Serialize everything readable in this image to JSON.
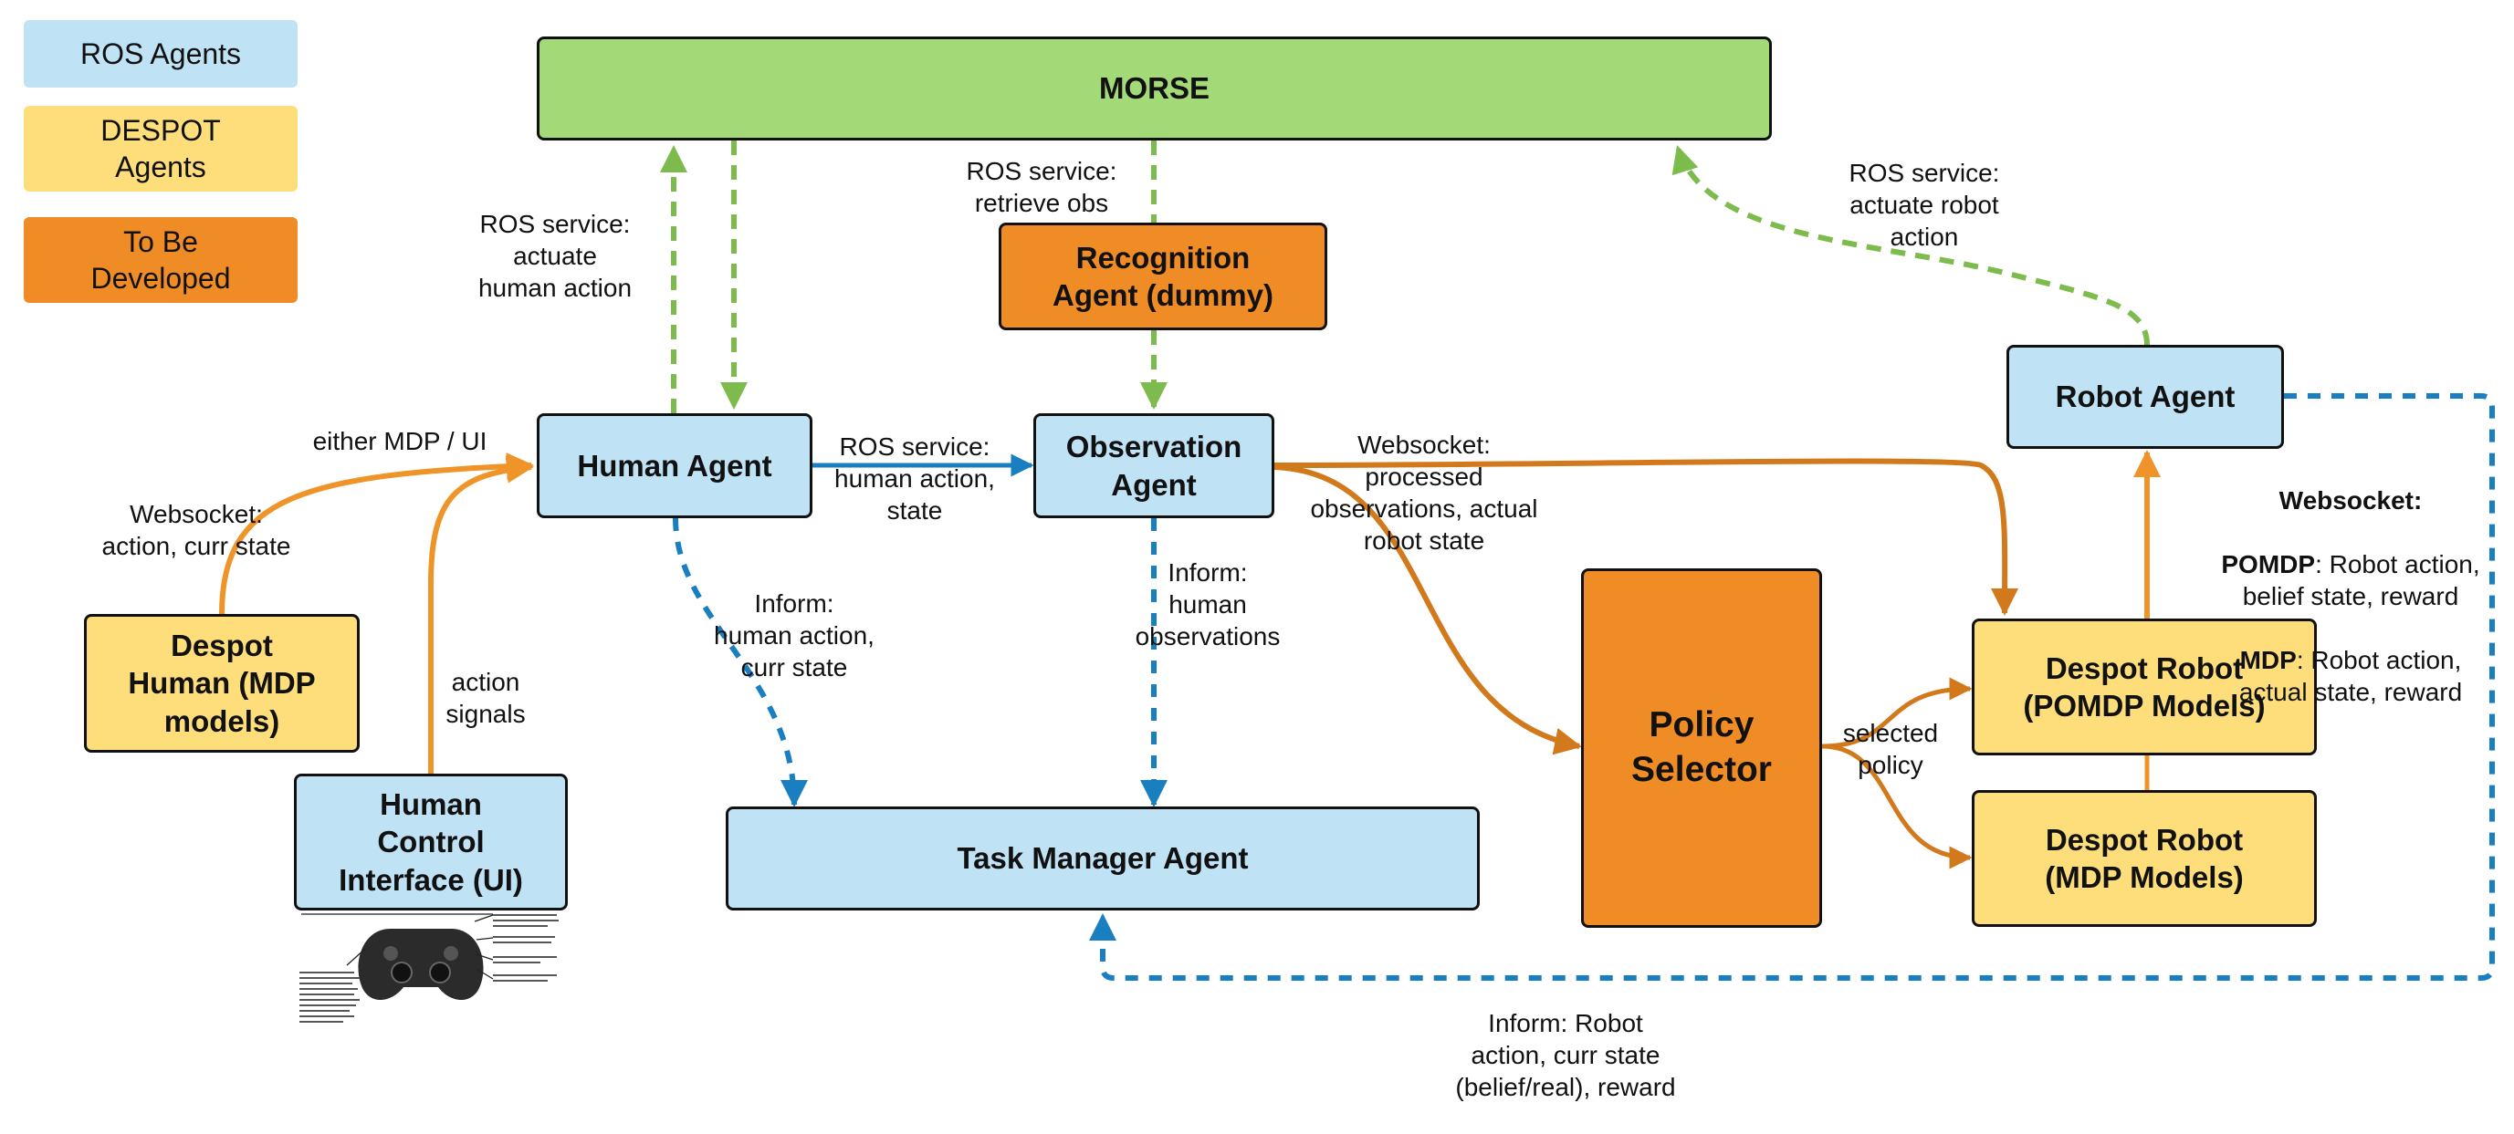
{
  "colors": {
    "ros": "#c0e2f5",
    "despot": "#fede7a",
    "tbd": "#ef8c25",
    "morse": "#a3d977",
    "arrow_orange": "#ef9429",
    "arrow_dark_orange": "#d2791c",
    "arrow_blue": "#1a7fc0",
    "arrow_green": "#7cbb4c"
  },
  "legend": [
    {
      "label": "ROS Agents",
      "color": "ros"
    },
    {
      "label": "DESPOT\nAgents",
      "color": "despot"
    },
    {
      "label": "To Be\nDeveloped",
      "color": "tbd"
    }
  ],
  "nodes": {
    "morse": "MORSE",
    "recognition": "Recognition\nAgent (dummy)",
    "human_agent": "Human Agent",
    "observation_agent": "Observation\nAgent",
    "robot_agent": "Robot Agent",
    "despot_human": "Despot\nHuman (MDP\nmodels)",
    "human_control": "Human\nControl\nInterface (UI)",
    "task_manager": "Task Manager Agent",
    "policy_selector": "Policy\nSelector",
    "despot_robot_pomdp": "Despot Robot\n(POMDP Models)",
    "despot_robot_mdp": "Despot Robot\n(MDP Models)"
  },
  "labels": {
    "ros_actuate_human": "ROS service:\nactuate\nhuman action",
    "ros_retrieve_obs": "ROS service:\nretrieve obs",
    "ros_actuate_robot": "ROS service:\nactuate robot\naction",
    "either_mdp_ui": "either MDP / UI",
    "websocket_action": "Websocket:\naction, curr state",
    "ros_human_action_state": "ROS service:\nhuman action,\nstate",
    "websocket_processed": "Websocket:\nprocessed\nobservations, actual\nrobot state",
    "inform_human_action": "Inform:\nhuman action,\ncurr state",
    "inform_human_obs": "Inform:\nhuman\nobservations",
    "action_signals": "action\nsignals",
    "selected_policy": "selected\npolicy",
    "inform_robot": "Inform: Robot\naction, curr state\n(belief/real), reward",
    "ws_title": "Websocket:",
    "ws_pomdp_key": "POMDP",
    "ws_pomdp_val": ": Robot action,\nbelief state, reward",
    "ws_mdp_key": "MDP",
    "ws_mdp_val": ": Robot action,\nactual state, reward"
  }
}
